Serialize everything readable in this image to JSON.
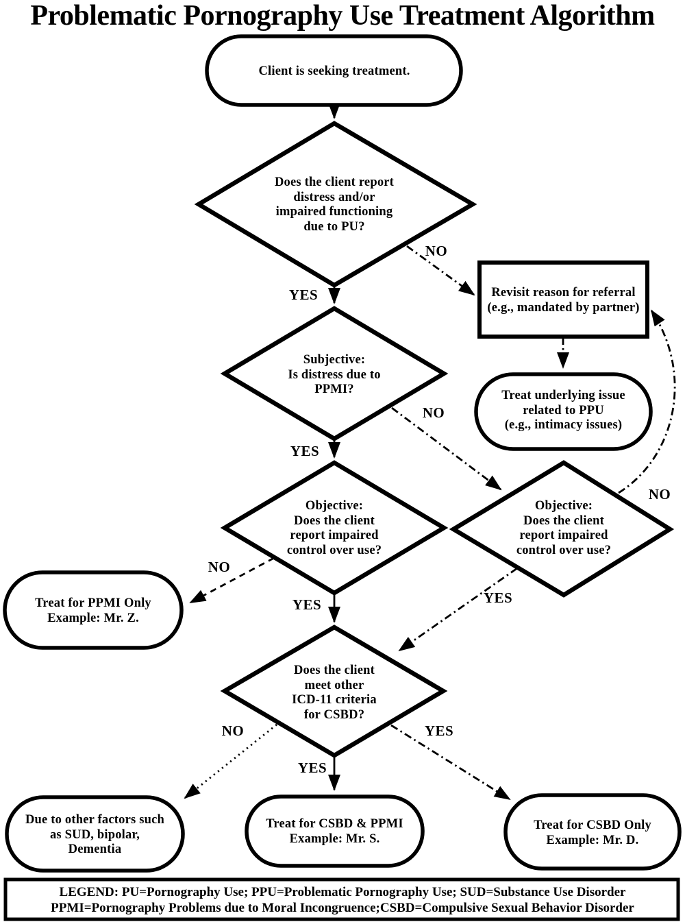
{
  "title": "Problematic Pornography Use Treatment Algorithm",
  "nodes": {
    "start": "Client is seeking treatment.",
    "d1": "Does the client report\ndistress and/or\nimpaired functioning\ndue to PU?",
    "revisit": "Revisit reason for referral\n(e.g., mandated by partner)",
    "treat_underlying": "Treat underlying issue\nrelated to PPU\n(e.g., intimacy issues)",
    "d2": "Subjective:\nIs distress due to\nPPMI?",
    "d3": "Objective:\nDoes the client\nreport impaired\ncontrol over use?",
    "d4": "Objective:\nDoes the client\nreport impaired\ncontrol over use?",
    "ppmi_only": "Treat for PPMI Only\nExample: Mr. Z.",
    "d5": "Does the client\nmeet other\nICD-11 criteria\nfor CSBD?",
    "other_factors": "Due to other factors such\nas SUD, bipolar,\nDementia",
    "csbd_ppmi": "Treat for CSBD & PPMI\nExample: Mr. S.",
    "csbd_only": "Treat for CSBD Only\nExample: Mr. D."
  },
  "edge_labels": {
    "d1_yes": "YES",
    "d1_no": "NO",
    "d2_yes": "YES",
    "d2_no": "NO",
    "d3_yes": "YES",
    "d3_no": "NO",
    "d4_yes": "YES",
    "d4_no": "NO",
    "d5_yes_down": "YES",
    "d5_yes_right": "YES",
    "d5_no": "NO"
  },
  "legend": {
    "line1": "LEGEND: PU=Pornography Use; PPU=Problematic Pornography Use; SUD=Substance Use Disorder",
    "line2": "PPMI=Pornography Problems due to Moral Incongruence;CSBD=Compulsive Sexual Behavior Disorder"
  },
  "colors": {
    "ink": "#000000",
    "paper": "#ffffff"
  }
}
